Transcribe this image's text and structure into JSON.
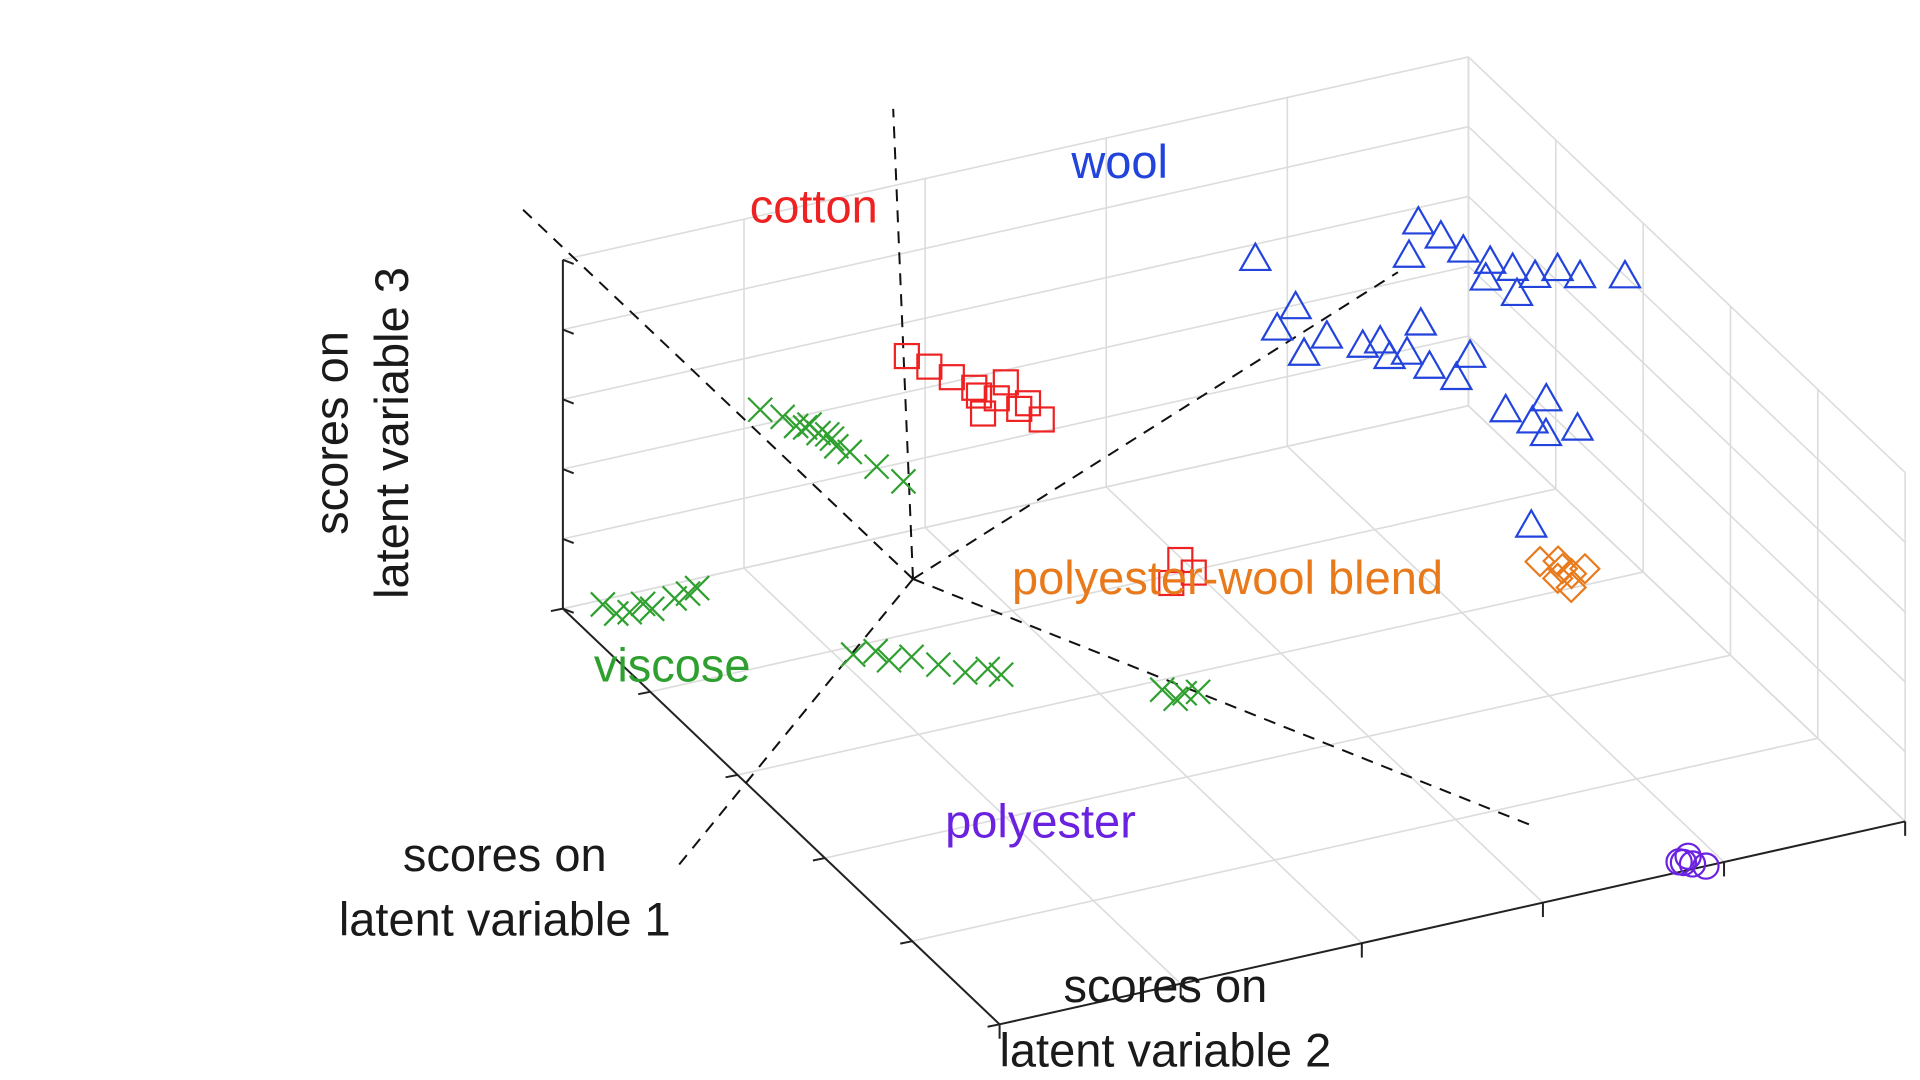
{
  "chart_data": {
    "type": "scatter",
    "projection": "3d",
    "title": "",
    "xlabel": [
      "scores on",
      "latent variable 1"
    ],
    "ylabel": [
      "scores on",
      "latent variable 2"
    ],
    "zlabel": [
      "scores on",
      "latent variable 3"
    ],
    "grid": true,
    "legend": "none",
    "tick_labels_shown": false,
    "class_boundaries": "dashed",
    "series": [
      {
        "name": "cotton",
        "marker": "square",
        "color": "#ee2222",
        "points": [
          [
            0.29,
            0.24,
            0.93
          ],
          [
            0.3,
            0.26,
            0.9
          ],
          [
            0.31,
            0.28,
            0.87
          ],
          [
            0.32,
            0.3,
            0.84
          ],
          [
            0.33,
            0.32,
            0.81
          ],
          [
            0.34,
            0.34,
            0.78
          ],
          [
            0.35,
            0.36,
            0.75
          ],
          [
            0.33,
            0.33,
            0.85
          ],
          [
            0.31,
            0.31,
            0.8
          ],
          [
            0.36,
            0.34,
            0.82
          ],
          [
            0.34,
            0.3,
            0.79
          ],
          [
            0.46,
            0.46,
            0.42
          ],
          [
            0.47,
            0.47,
            0.39
          ],
          [
            0.46,
            0.45,
            0.36
          ]
        ]
      },
      {
        "name": "wool",
        "marker": "triangle",
        "color": "#2244dd",
        "points": [
          [
            0.3,
            0.62,
            1.0
          ],
          [
            0.33,
            0.65,
            0.88
          ],
          [
            0.36,
            0.67,
            0.82
          ],
          [
            0.38,
            0.7,
            0.8
          ],
          [
            0.4,
            0.72,
            0.78
          ],
          [
            0.35,
            0.62,
            0.86
          ],
          [
            0.37,
            0.64,
            0.8
          ],
          [
            0.42,
            0.7,
            0.86
          ],
          [
            0.44,
            0.72,
            0.84
          ],
          [
            0.45,
            0.74,
            0.8
          ],
          [
            0.47,
            0.76,
            0.78
          ],
          [
            0.46,
            0.78,
            0.82
          ],
          [
            0.43,
            0.74,
            0.9
          ],
          [
            0.5,
            0.8,
            0.7
          ],
          [
            0.52,
            0.82,
            0.68
          ],
          [
            0.51,
            0.84,
            0.72
          ],
          [
            0.53,
            0.83,
            0.65
          ],
          [
            0.54,
            0.86,
            0.66
          ],
          [
            0.3,
            0.8,
            1.0
          ],
          [
            0.31,
            0.82,
            0.96
          ],
          [
            0.32,
            0.84,
            0.92
          ],
          [
            0.34,
            0.86,
            0.9
          ],
          [
            0.35,
            0.88,
            0.88
          ],
          [
            0.36,
            0.9,
            0.86
          ],
          [
            0.37,
            0.92,
            0.88
          ],
          [
            0.33,
            0.86,
            0.84
          ],
          [
            0.38,
            0.94,
            0.86
          ],
          [
            0.36,
            0.88,
            0.82
          ],
          [
            0.4,
            0.98,
            0.86
          ],
          [
            0.32,
            0.78,
            0.94
          ],
          [
            0.6,
            0.78,
            0.5
          ]
        ]
      },
      {
        "name": "polyester-wool blend",
        "marker": "diamond",
        "color": "#e87a1c",
        "points": [
          [
            0.62,
            0.78,
            0.42
          ],
          [
            0.63,
            0.8,
            0.4
          ],
          [
            0.64,
            0.79,
            0.39
          ],
          [
            0.63,
            0.81,
            0.38
          ],
          [
            0.64,
            0.82,
            0.4
          ],
          [
            0.65,
            0.8,
            0.37
          ],
          [
            0.62,
            0.8,
            0.41
          ]
        ]
      },
      {
        "name": "viscose",
        "marker": "x",
        "color": "#2fa02f",
        "points": [
          [
            0.12,
            0.16,
            0.62
          ],
          [
            0.13,
            0.18,
            0.6
          ],
          [
            0.14,
            0.19,
            0.58
          ],
          [
            0.14,
            0.2,
            0.57
          ],
          [
            0.15,
            0.21,
            0.56
          ],
          [
            0.16,
            0.22,
            0.55
          ],
          [
            0.17,
            0.22,
            0.54
          ],
          [
            0.18,
            0.23,
            0.53
          ],
          [
            0.15,
            0.2,
            0.59
          ],
          [
            0.17,
            0.21,
            0.58
          ],
          [
            0.2,
            0.25,
            0.5
          ],
          [
            0.22,
            0.27,
            0.47
          ],
          [
            0.05,
            0.02,
            0.06
          ],
          [
            0.06,
            0.03,
            0.04
          ],
          [
            0.07,
            0.04,
            0.05
          ],
          [
            0.08,
            0.06,
            0.06
          ],
          [
            0.09,
            0.08,
            0.09
          ],
          [
            0.1,
            0.09,
            0.11
          ],
          [
            0.1,
            0.1,
            0.12
          ],
          [
            0.08,
            0.05,
            0.08
          ],
          [
            0.25,
            0.2,
            0.05
          ],
          [
            0.26,
            0.22,
            0.06
          ],
          [
            0.27,
            0.23,
            0.04
          ],
          [
            0.28,
            0.25,
            0.05
          ],
          [
            0.3,
            0.27,
            0.04
          ],
          [
            0.32,
            0.29,
            0.03
          ],
          [
            0.33,
            0.31,
            0.04
          ],
          [
            0.34,
            0.32,
            0.03
          ],
          [
            0.46,
            0.44,
            0.06
          ],
          [
            0.47,
            0.46,
            0.05
          ],
          [
            0.48,
            0.47,
            0.06
          ],
          [
            0.47,
            0.45,
            0.04
          ]
        ]
      },
      {
        "name": "polyester",
        "marker": "circle",
        "color": "#6a22e0",
        "points": [
          [
            0.98,
            0.76,
            0.0
          ],
          [
            0.99,
            0.77,
            0.0
          ],
          [
            0.98,
            0.77,
            0.01
          ],
          [
            0.99,
            0.76,
            0.01
          ],
          [
            1.0,
            0.78,
            0.0
          ]
        ]
      }
    ],
    "labels": [
      {
        "series": "cotton",
        "text": "cotton"
      },
      {
        "series": "wool",
        "text": "wool"
      },
      {
        "series": "polyester-wool blend",
        "text": "polyester-wool blend"
      },
      {
        "series": "viscose",
        "text": "viscose"
      },
      {
        "series": "polyester",
        "text": "polyester"
      }
    ]
  }
}
